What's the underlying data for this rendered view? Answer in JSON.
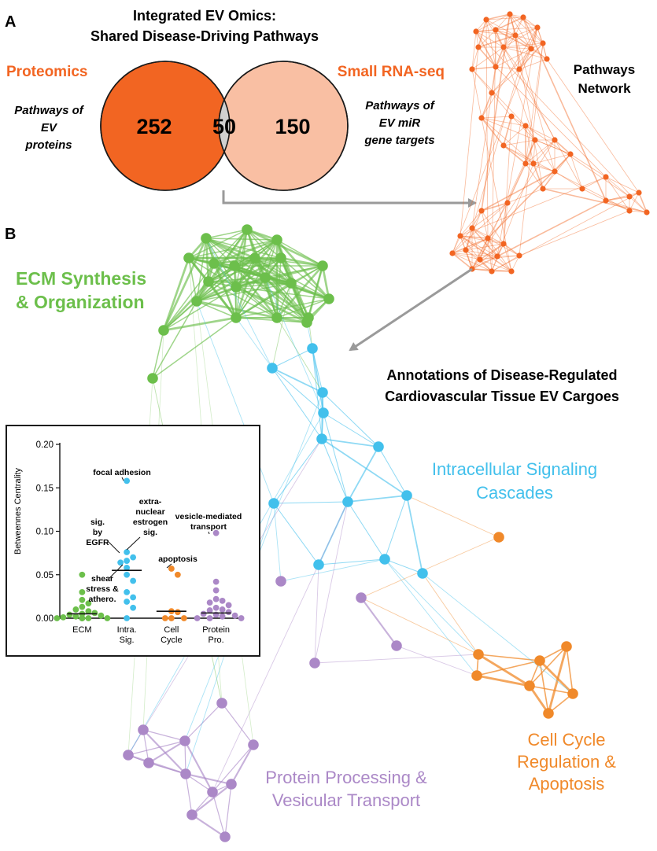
{
  "panel_a": {
    "label": "A",
    "title_lines": [
      "Integrated EV Omics:",
      "Shared Disease-Driving Pathways"
    ],
    "left_set": {
      "name": "Proteomics",
      "desc_lines": [
        "Pathways of",
        "EV",
        "proteins"
      ],
      "count": "252",
      "color": "#f26522"
    },
    "right_set": {
      "name": "Small RNA-seq",
      "desc_lines": [
        "Pathways of",
        "EV miR",
        "gene targets"
      ],
      "count": "150",
      "color": "#f9bfa3"
    },
    "overlap": {
      "count": "50",
      "color": "#d0d0d0"
    },
    "network_title_lines": [
      "Pathways",
      "Network"
    ],
    "network_color": "#f26522"
  },
  "panel_b": {
    "label": "B",
    "annotation_lines": [
      "Annotations of Disease-Regulated",
      "Cardiovascular Tissue EV Cargoes"
    ],
    "clusters": [
      {
        "id": "ecm",
        "label_lines": [
          "ECM Synthesis",
          "& Organization"
        ],
        "color": "#6cbf4b"
      },
      {
        "id": "intra",
        "label_lines": [
          "Intracellular Signaling",
          "Cascades"
        ],
        "color": "#42c0ec"
      },
      {
        "id": "cell",
        "label_lines": [
          "Cell Cycle",
          "Regulation &",
          "Apoptosis"
        ],
        "color": "#f0892a"
      },
      {
        "id": "protein",
        "label_lines": [
          "Protein Processing &",
          "Vesicular Transport"
        ],
        "color": "#ab88c7"
      }
    ]
  },
  "chart_data": {
    "type": "scatter",
    "ylabel": "Betweennes Centrality",
    "ylim": [
      0,
      0.2
    ],
    "yticks": [
      "0.00",
      "0.05",
      "0.10",
      "0.15",
      "0.20"
    ],
    "categories": [
      [
        "ECM"
      ],
      [
        "Intra.",
        "Sig."
      ],
      [
        "Cell",
        "Cycle"
      ],
      [
        "Protein",
        "Pro."
      ]
    ],
    "series": [
      {
        "color": "#6cbf4b",
        "median": 0.005,
        "values": [
          0.05,
          0.03,
          0.021,
          0.017,
          0.013,
          0.01,
          0.008,
          0.006,
          0.005,
          0.004,
          0.003,
          0.002,
          0.001,
          0.0,
          0.0,
          0.0,
          0.0,
          0.0,
          0.0
        ]
      },
      {
        "color": "#42c0ec",
        "median": 0.055,
        "values": [
          0.158,
          0.076,
          0.07,
          0.066,
          0.064,
          0.058,
          0.05,
          0.043,
          0.03,
          0.024,
          0.019,
          0.012,
          0.0
        ]
      },
      {
        "color": "#f0892a",
        "median": 0.008,
        "values": [
          0.057,
          0.05,
          0.008,
          0.007,
          0.0,
          0.0,
          0.0
        ]
      },
      {
        "color": "#ab88c7",
        "median": 0.006,
        "values": [
          0.098,
          0.042,
          0.032,
          0.022,
          0.02,
          0.018,
          0.015,
          0.012,
          0.01,
          0.009,
          0.007,
          0.005,
          0.004,
          0.003,
          0.002,
          0.0,
          0.0,
          0.0
        ]
      }
    ],
    "annotations": [
      {
        "text_lines": [
          "focal adhesion"
        ]
      },
      {
        "text_lines": [
          "extra-",
          "nuclear",
          "estrogen",
          "sig."
        ]
      },
      {
        "text_lines": [
          "sig.",
          "by",
          "EGFR"
        ]
      },
      {
        "text_lines": [
          "shear",
          "stress &",
          "athero."
        ]
      },
      {
        "text_lines": [
          "apoptosis"
        ]
      },
      {
        "text_lines": [
          "vesicle-mediated",
          "transport"
        ]
      }
    ]
  }
}
